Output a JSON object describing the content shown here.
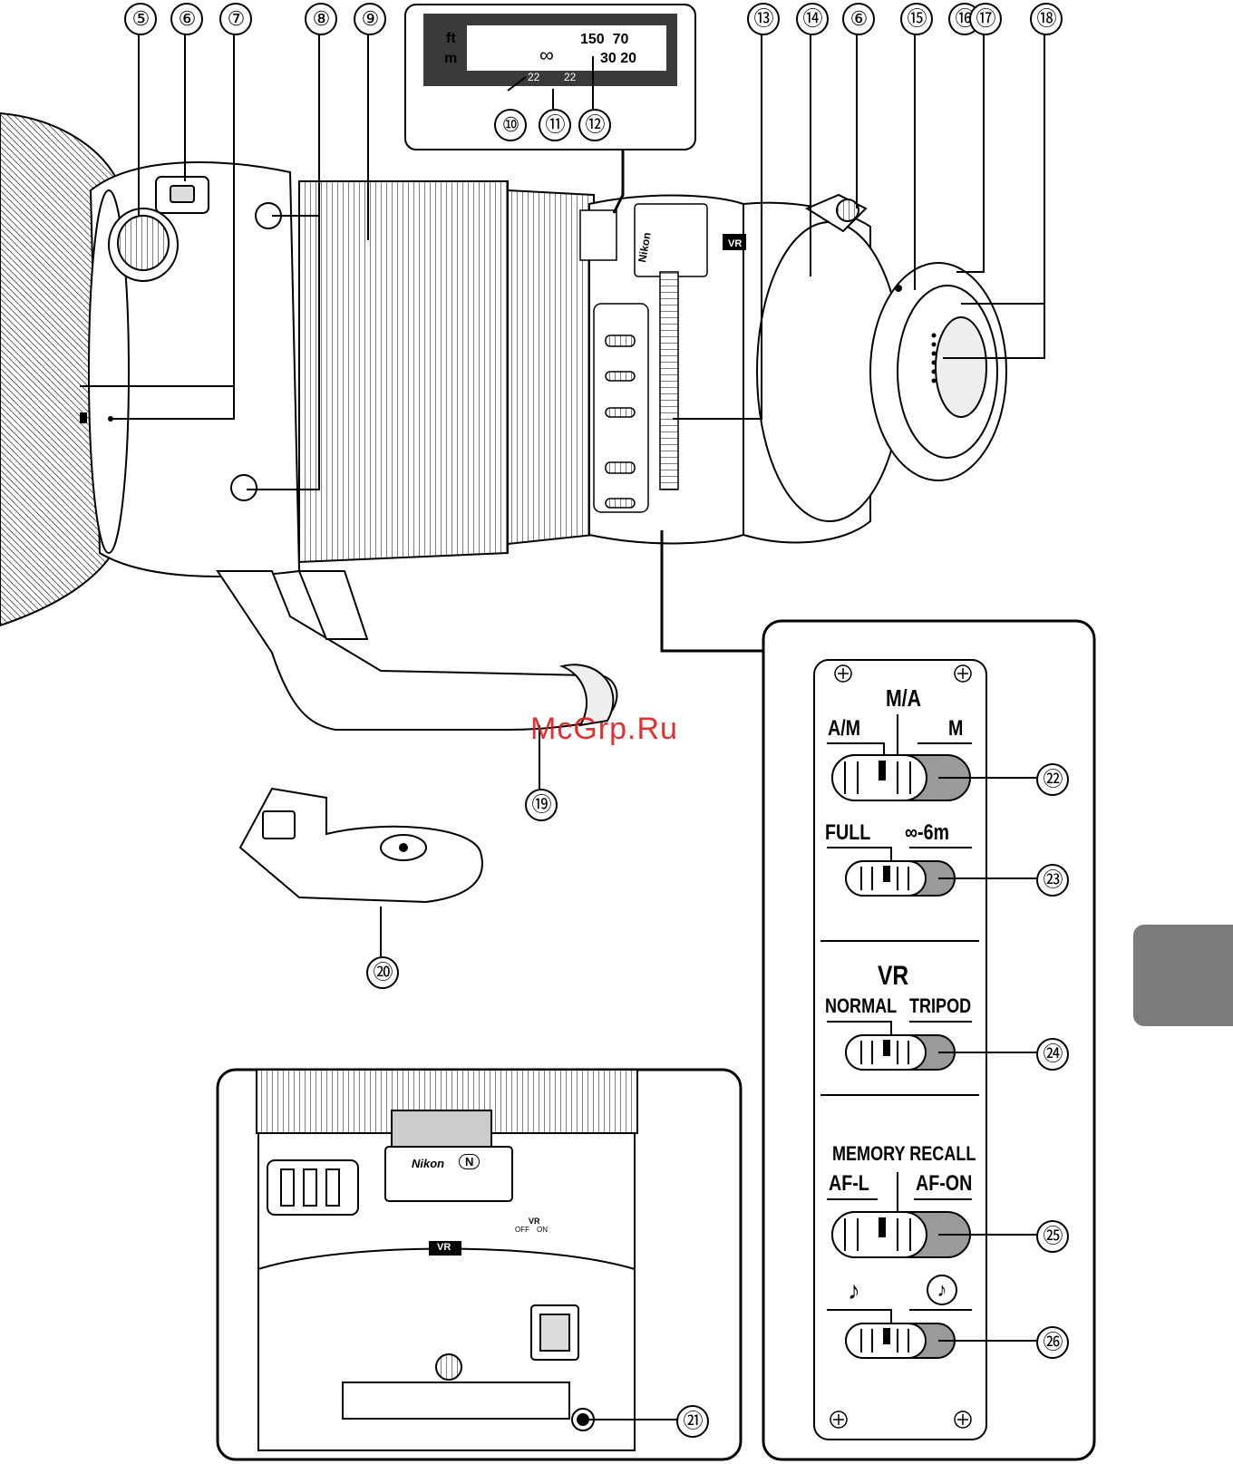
{
  "callouts": {
    "c5": "⑤",
    "c6a": "⑥",
    "c7": "⑦",
    "c8": "⑧",
    "c9": "⑨",
    "c10": "⑩",
    "c11": "⑪",
    "c12": "⑫",
    "c13": "⑬",
    "c14": "⑭",
    "c6b": "⑥",
    "c15": "⑮",
    "c16": "⑯",
    "c17": "⑰",
    "c18": "⑱",
    "c19": "⑲",
    "c20": "⑳",
    "c21": "㉑",
    "c22": "㉒",
    "c23": "㉓",
    "c24": "㉔",
    "c25": "㉕",
    "c26": "㉖"
  },
  "distance_window": {
    "unit_ft": "ft",
    "unit_m": "m",
    "ft_values": "150  70",
    "m_values": "30 20",
    "infinity": "∞",
    "dof_left": "22",
    "dof_right": "22"
  },
  "lens_marks": {
    "brand": "Nikon",
    "brand_inset": "Nikon",
    "n_mark": "N",
    "vr_badge": "VR",
    "vr_switch_title": "VR",
    "vr_off": "OFF",
    "vr_on": "ON"
  },
  "switch_panel": {
    "focus_mode_top": "M/A",
    "focus_mode_left": "A/M",
    "focus_mode_right": "M",
    "limit_left": "FULL",
    "limit_right": "∞-6m",
    "vr_title": "VR",
    "vr_left": "NORMAL",
    "vr_right": "TRIPOD",
    "memory_title": "MEMORY RECALL",
    "memory_left": "AF-L",
    "memory_right": "AF-ON",
    "sound_on": "♪",
    "sound_off": "♪"
  },
  "watermark": "McGrp.Ru",
  "colors": {
    "watermark": "#d81c1c",
    "side_tab": "#7b7b7b",
    "window_bg": "#3a3a3a"
  }
}
